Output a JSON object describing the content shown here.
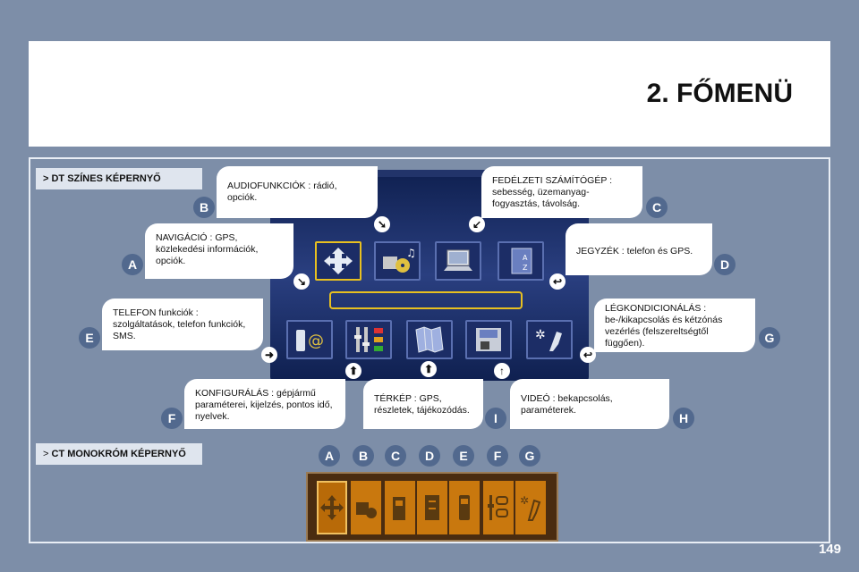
{
  "header": {
    "title": "2. FŐMENÜ"
  },
  "sections": {
    "color_label": "> DT SZÍNES KÉPERNYŐ",
    "mono_prefix": ">",
    "mono_label": "CT MONOKRÓM KÉPERNYŐ"
  },
  "callouts": {
    "B": "AUDIOFUNKCIÓK : rádió, opciók.",
    "C": "FEDÉLZETI SZÁMÍTÓGÉP : sebesség, üzemanyag-fogyasztás, távolság.",
    "A": "NAVIGÁCIÓ : GPS, közlekedési információk, opciók.",
    "D": "JEGYZÉK : telefon és GPS.",
    "E": "TELEFON funkciók : szolgáltatások, telefon funkciók, SMS.",
    "G": "LÉGKONDICIONÁLÁS : be-/kikapcsolás és kétzónás vezérlés (felszereltségtől függően).",
    "F": "KONFIGURÁLÁS : gépjármű paraméterei, kijelzés, pontos idő, nyelvek.",
    "I": "TÉRKÉP : GPS, részletek, tájékozódás.",
    "H": "VIDEÓ : bekapcsolás, paraméterek."
  },
  "letters": {
    "B": "B",
    "C": "C",
    "A": "A",
    "D": "D",
    "E": "E",
    "G": "G",
    "F": "F",
    "I": "I",
    "H": "H"
  },
  "mono_letters": [
    "A",
    "B",
    "C",
    "D",
    "E",
    "F",
    "G"
  ],
  "page_number": "149",
  "colors": {
    "background": "#7d8ea8",
    "badge": "#52698e",
    "selection": "#e8c020",
    "mono": "#c9780e"
  },
  "icons": {
    "screen_row1": [
      "navigation-icon",
      "audio-icon",
      "computer-icon",
      "directory-icon"
    ],
    "screen_row2": [
      "telephone-icon",
      "configuration-icon",
      "map-icon",
      "video-icon",
      "air-conditioning-icon"
    ],
    "mono_row": [
      "navigation-icon",
      "audio-icon",
      "fuel-icon",
      "directory-icon",
      "telephone-icon",
      "configuration-icon",
      "air-conditioning-icon"
    ]
  }
}
